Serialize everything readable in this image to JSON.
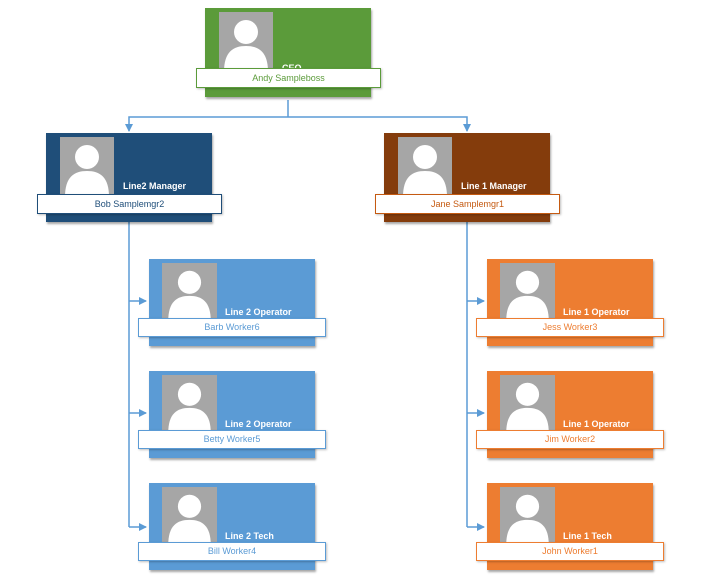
{
  "colors": {
    "ceo": "#5b9b3a",
    "line2_manager": "#1f4e79",
    "line1_manager": "#843c0c",
    "line2_worker": "#5b9bd5",
    "line1_worker": "#ed7d31",
    "connector": "#5b9bd5"
  },
  "ceo": {
    "title": "CEO",
    "name": "Andy Sampleboss",
    "photo_icon": "person-placeholder-icon"
  },
  "managers": [
    {
      "title": "Line2 Manager",
      "name": "Bob Samplemgr2",
      "photo_icon": "person-placeholder-icon"
    },
    {
      "title": "Line 1 Manager",
      "name": "Jane Samplemgr1",
      "photo_icon": "person-placeholder-icon"
    }
  ],
  "line2_workers": [
    {
      "title": "Line 2 Operator",
      "name": "Barb Worker6",
      "photo_icon": "person-placeholder-icon"
    },
    {
      "title": "Line 2 Operator",
      "name": "Betty Worker5",
      "photo_icon": "person-placeholder-icon"
    },
    {
      "title": "Line 2 Tech",
      "name": "Bill Worker4",
      "photo_icon": "person-placeholder-icon"
    }
  ],
  "line1_workers": [
    {
      "title": "Line 1 Operator",
      "name": "Jess Worker3",
      "photo_icon": "person-placeholder-icon"
    },
    {
      "title": "Line 1 Operator",
      "name": "Jim Worker2",
      "photo_icon": "person-placeholder-icon"
    },
    {
      "title": "Line 1 Tech",
      "name": "John Worker1",
      "photo_icon": "person-placeholder-icon"
    }
  ]
}
